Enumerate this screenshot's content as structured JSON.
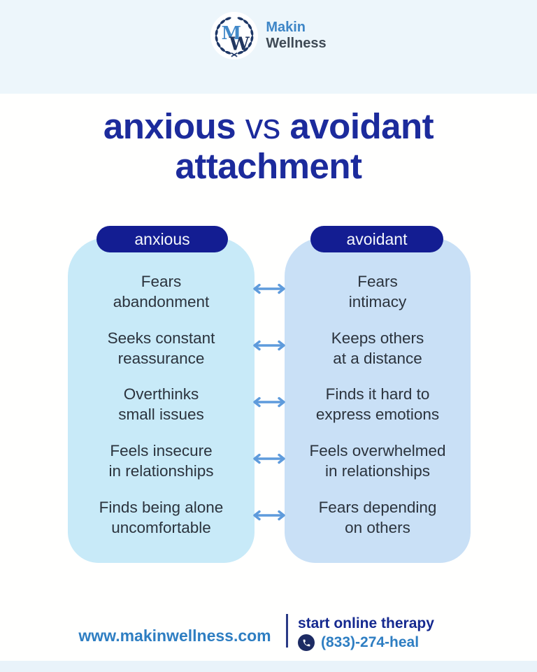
{
  "brand": {
    "monogram_m": "M",
    "monogram_w": "W",
    "name_top": "Makin",
    "name_bottom": "Wellness"
  },
  "title": {
    "bold1": "anxious",
    "separator": " vs ",
    "bold2": "avoidant",
    "line2": "attachment"
  },
  "comparison": {
    "left": {
      "header": "anxious",
      "items": [
        {
          "line1": "Fears",
          "line2": "abandonment"
        },
        {
          "line1": "Seeks constant",
          "line2": "reassurance"
        },
        {
          "line1": "Overthinks",
          "line2": "small issues"
        },
        {
          "line1": "Feels insecure",
          "line2": "in relationships"
        },
        {
          "line1": "Finds being alone",
          "line2": "uncomfortable"
        }
      ]
    },
    "right": {
      "header": "avoidant",
      "items": [
        {
          "line1": "Fears",
          "line2": "intimacy"
        },
        {
          "line1": "Keeps others",
          "line2": "at a distance"
        },
        {
          "line1": "Finds it hard to",
          "line2": "express emotions"
        },
        {
          "line1": "Feels overwhelmed",
          "line2": "in relationships"
        },
        {
          "line1": "Fears depending",
          "line2": "on others"
        }
      ]
    }
  },
  "icons": {
    "compare_arrow": "double-headed-arrow-icon",
    "phone": "phone-handset-icon",
    "logo": "laurel-wreath-monogram-icon"
  },
  "footer": {
    "website": "www.makinwellness.com",
    "cta": "start online therapy",
    "phone": "(833)-274-heal"
  },
  "colors": {
    "title_navy": "#1c2b9c",
    "pill_navy": "#131d92",
    "left_panel_blue": "#c8eaf8",
    "right_panel_blue": "#c9e0f6",
    "arrow_blue": "#5e9bdc",
    "link_blue": "#2e7ec2",
    "cta_navy": "#15298f",
    "text_dark": "#2b333d",
    "band_light_blue": "#edf6fb"
  }
}
